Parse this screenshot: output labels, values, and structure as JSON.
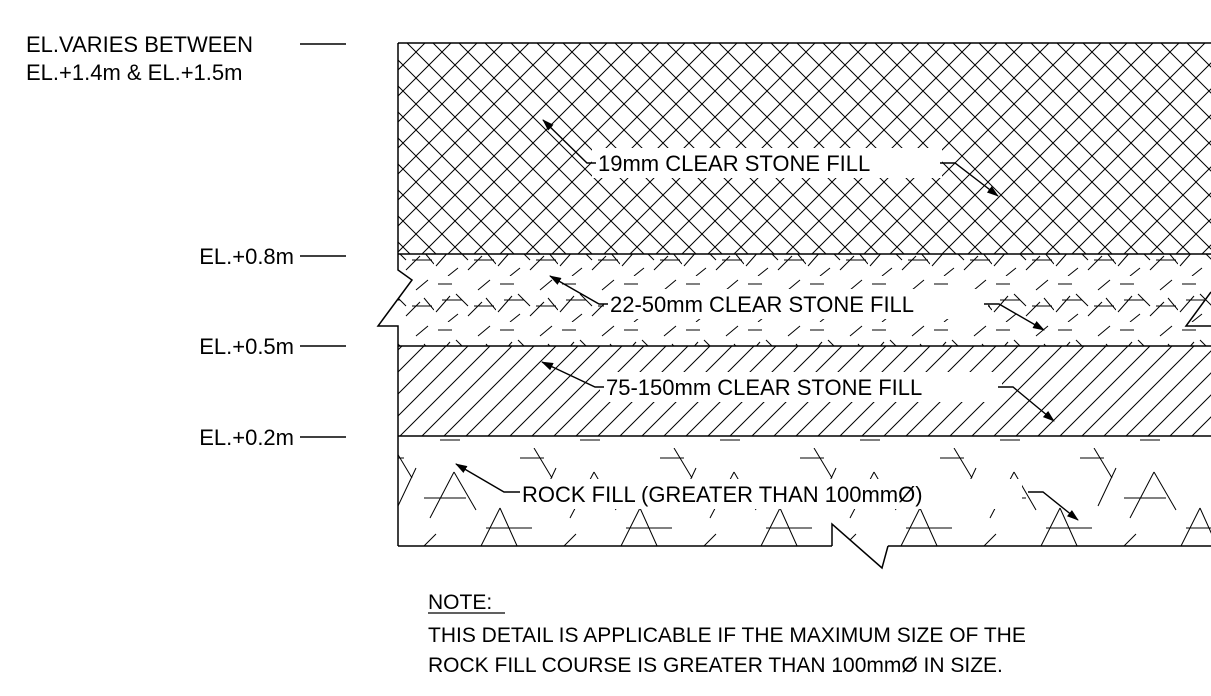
{
  "elevations": {
    "top_line1": "EL.VARIES BETWEEN",
    "top_line2": "EL.+1.4m & EL.+1.5m",
    "el_08": "EL.+0.8m",
    "el_05": "EL.+0.5m",
    "el_02": "EL.+0.2m"
  },
  "layers": {
    "stone_19": "19mm CLEAR STONE FILL",
    "stone_22_50": "22-50mm CLEAR STONE FILL",
    "stone_75_150": "75-150mm CLEAR STONE FILL",
    "rock_fill": "ROCK FILL (GREATER THAN 100mmØ)"
  },
  "note": {
    "heading": "NOTE:",
    "line1": "THIS DETAIL IS APPLICABLE IF THE MAXIMUM SIZE OF THE",
    "line2": "ROCK FILL COURSE IS GREATER THAN 100mmØ IN SIZE."
  },
  "colors": {
    "line": "#000000",
    "background": "#ffffff"
  }
}
